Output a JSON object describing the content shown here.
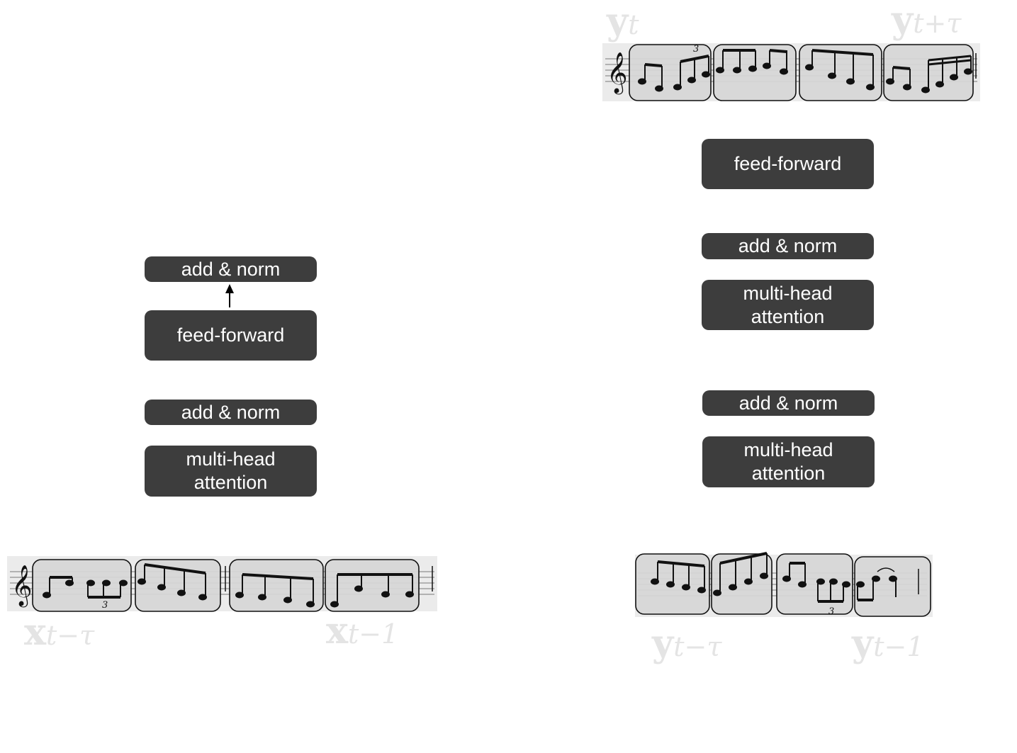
{
  "encoder": {
    "add_norm_top": "add & norm",
    "feed_forward": "feed-forward",
    "add_norm_bottom": "add & norm",
    "attention_line1": "multi-head",
    "attention_line2": "attention",
    "input_label_left_var": "x",
    "input_label_left_sub": "t−τ",
    "input_label_right_var": "x",
    "input_label_right_sub": "t−1"
  },
  "decoder": {
    "feed_forward": "feed-forward",
    "add_norm_top": "add & norm",
    "cross_attention_line1": "multi-head",
    "cross_attention_line2": "attention",
    "add_norm_bottom": "add & norm",
    "self_attention_line1": "multi-head",
    "self_attention_line2": "attention",
    "output_label_left_var": "y",
    "output_label_left_sub": "t",
    "output_label_right_var": "y",
    "output_label_right_sub": "t+τ",
    "input_label_left_var": "y",
    "input_label_left_sub": "t−τ",
    "input_label_right_var": "y",
    "input_label_right_sub": "t−1"
  },
  "colors": {
    "block_fill": "#3d3d3d",
    "block_text": "#ffffff",
    "staff_background": "#ebebeb",
    "measure_box_fill": "#d6d6d6",
    "label_gray": "#e4e4e4"
  },
  "icons": [
    "treble-clef-icon",
    "up-arrow-icon"
  ],
  "staves": {
    "encoder_input": {
      "tuplet_marks": [
        "3"
      ],
      "measures": 4
    },
    "decoder_output": {
      "tuplet_marks": [
        "3"
      ],
      "measures": 4
    },
    "decoder_input": {
      "tuplet_marks": [
        "3"
      ],
      "measures": 4
    }
  }
}
